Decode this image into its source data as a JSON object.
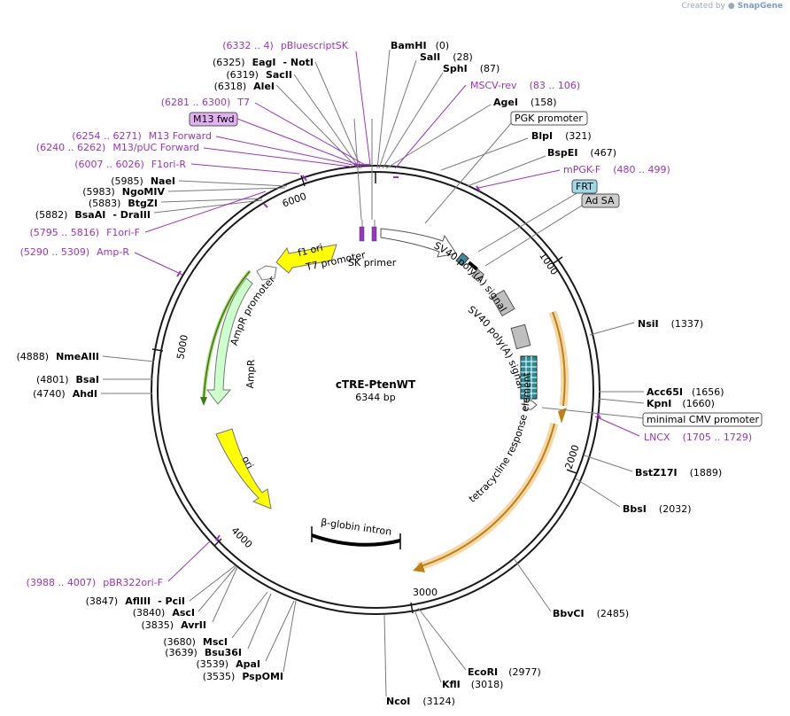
{
  "watermark": {
    "prefix": "Created by",
    "brand": "SnapGene"
  },
  "plasmid": {
    "name": "cTRE-PtenWT",
    "length": "6344 bp"
  },
  "ruler_ticks": [
    {
      "label": "1000"
    },
    {
      "label": "2000"
    },
    {
      "label": "3000"
    },
    {
      "label": "4000"
    },
    {
      "label": "5000"
    },
    {
      "label": "6000"
    }
  ],
  "sites": [
    {
      "name": "BamHI",
      "pos": "(0)"
    },
    {
      "name": "SalI",
      "pos": "(28)"
    },
    {
      "name": "SphI",
      "pos": "(87)"
    },
    {
      "name": "AgeI",
      "pos": "(158)"
    },
    {
      "name": "BlpI",
      "pos": "(321)"
    },
    {
      "name": "BspEI",
      "pos": "(467)"
    },
    {
      "name": "NsiI",
      "pos": "(1337)"
    },
    {
      "name": "Acc65I",
      "pos": "(1656)"
    },
    {
      "name": "KpnI",
      "pos": "(1660)"
    },
    {
      "name": "BstZ17I",
      "pos": "(1889)"
    },
    {
      "name": "BbsI",
      "pos": "(2032)"
    },
    {
      "name": "BbvCI",
      "pos": "(2485)"
    },
    {
      "name": "EcoRI",
      "pos": "(2977)"
    },
    {
      "name": "KflI",
      "pos": "(3018)"
    },
    {
      "name": "NcoI",
      "pos": "(3124)"
    },
    {
      "name": "PspOMI",
      "pos": "(3535)"
    },
    {
      "name": "ApaI",
      "pos": "(3539)"
    },
    {
      "name": "Bsu36I",
      "pos": "(3639)"
    },
    {
      "name": "MscI",
      "pos": "(3680)"
    },
    {
      "name": "AvrII",
      "pos": "(3835)"
    },
    {
      "name": "AscI",
      "pos": "(3840)"
    },
    {
      "name": "AflIII",
      "pos": "(3847)",
      "extra": "- PciI"
    },
    {
      "name": "AhdI",
      "pos": "(4740)"
    },
    {
      "name": "BsaI",
      "pos": "(4801)"
    },
    {
      "name": "NmeAIII",
      "pos": "(4888)"
    },
    {
      "name": "BsaAI",
      "pos": "(5882)",
      "extra": "- DraIII"
    },
    {
      "name": "BtgZI",
      "pos": "(5883)"
    },
    {
      "name": "NgoMIV",
      "pos": "(5983)"
    },
    {
      "name": "NaeI",
      "pos": "(5985)"
    },
    {
      "name": "AleI",
      "pos": "(6318)"
    },
    {
      "name": "SacII",
      "pos": "(6319)"
    },
    {
      "name": "EagI",
      "pos": "(6325)",
      "extra": "- NotI"
    }
  ],
  "primers": [
    {
      "range": "(6332 .. 4)",
      "name": "pBluescriptSK"
    },
    {
      "range": "(6281 .. 6300)",
      "name": "T7"
    },
    {
      "range": "(6254 .. 6271)",
      "name": "M13 Forward"
    },
    {
      "range": "(6240 .. 6262)",
      "name": "M13/pUC Forward"
    },
    {
      "range": "(6007 .. 6026)",
      "name": "F1ori-R"
    },
    {
      "range": "(5795 .. 5816)",
      "name": "F1ori-F"
    },
    {
      "range": "(5290 .. 5309)",
      "name": "Amp-R"
    },
    {
      "range": "(3988 .. 4007)",
      "name": "pBR322ori-F"
    },
    {
      "range": "(83 .. 106)",
      "name": "MSCV-rev"
    },
    {
      "range": "(480 .. 499)",
      "name": "mPGK-F"
    },
    {
      "range": "(1705 .. 1729)",
      "name": "LNCX"
    }
  ],
  "boxed_labels": [
    {
      "text": "M13 fwd"
    },
    {
      "text": "PGK promoter"
    },
    {
      "text": "FRT"
    },
    {
      "text": "Ad SA"
    },
    {
      "text": "minimal CMV promoter"
    }
  ],
  "features": [
    {
      "text": "f1 ori"
    },
    {
      "text": "T7 promoter"
    },
    {
      "text": "SK primer"
    },
    {
      "text": "SV40 poly(A) signal"
    },
    {
      "text": "SV40 poly(A) signal"
    },
    {
      "text": "AmpR promoter"
    },
    {
      "text": "AmpR"
    },
    {
      "text": "ori"
    },
    {
      "text": "tetracycline response element"
    },
    {
      "text": "β-globin intron"
    }
  ],
  "colors": {
    "primer": "#9933cc",
    "f1ori": "#ffff00",
    "ori": "#ffff00",
    "ampr": "#ccffcc",
    "tre_arrow": "#f0b040",
    "frt": "#3d8a9a",
    "adsa": "#bfbfbf",
    "m13fwd_box": "#e0b0f0"
  }
}
